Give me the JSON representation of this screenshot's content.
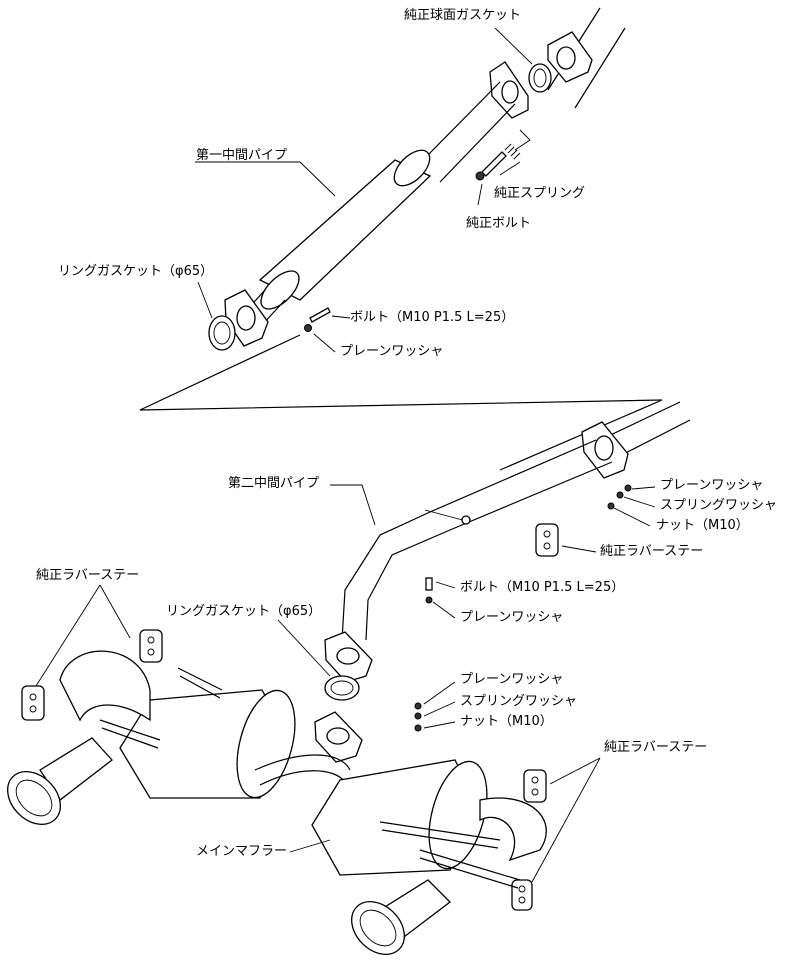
{
  "labels": {
    "oem_ball_gasket": "純正球面ガスケット",
    "first_mid_pipe": "第一中間パイプ",
    "oem_spring": "純正スプリング",
    "oem_bolt": "純正ボルト",
    "ring_gasket_top": "リングガスケット（φ65）",
    "bolt_top": "ボルト（M10 P1.5 L=25）",
    "plain_washer_top": "プレーンワッシャ",
    "second_mid_pipe": "第二中間パイプ",
    "plain_washer_right": "プレーンワッシャ",
    "spring_washer_right": "スプリングワッシャ",
    "nut_right": "ナット（M10）",
    "oem_rubber_stay_right": "純正ラバーステー",
    "oem_rubber_stay_left": "純正ラバーステー",
    "bolt_mid": "ボルト（M10 P1.5 L=25）",
    "ring_gasket_mid": "リングガスケット（φ65）",
    "plain_washer_mid": "プレーンワッシャ",
    "plain_washer_low": "プレーンワッシャ",
    "spring_washer_low": "スプリングワッシャ",
    "nut_low": "ナット（M10）",
    "oem_rubber_stay_low": "純正ラバーステー",
    "main_muffler": "メインマフラー"
  }
}
